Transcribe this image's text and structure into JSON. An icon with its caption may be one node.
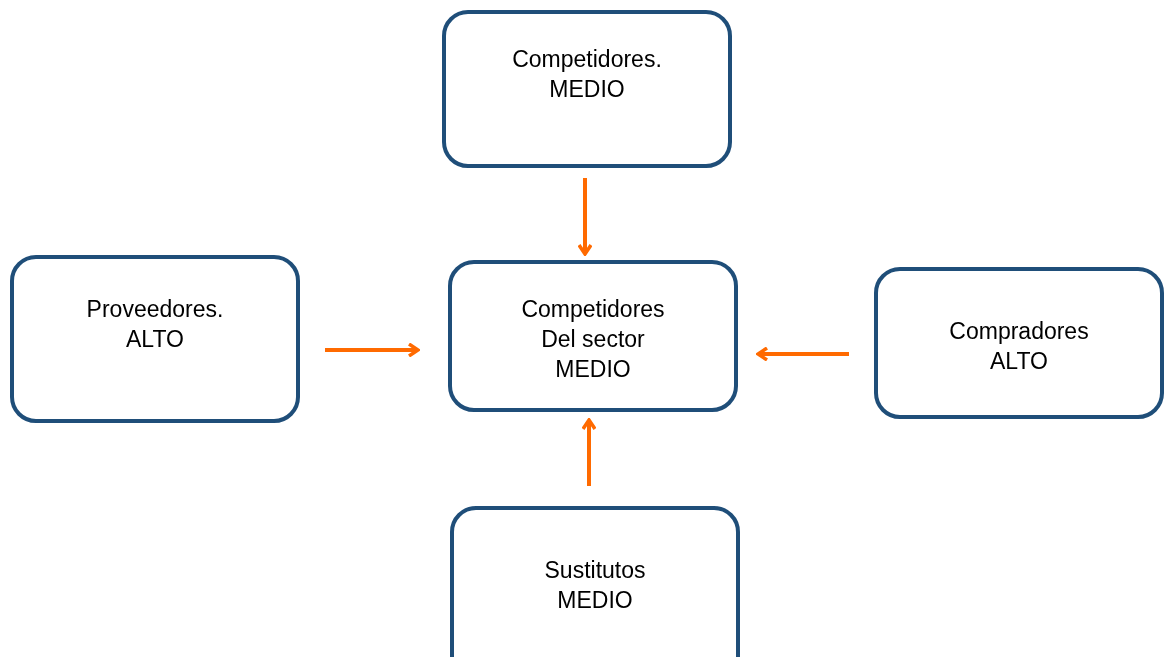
{
  "diagram": {
    "nodes": [
      {
        "text": [
          "Competidores.",
          "MEDIO"
        ]
      },
      {
        "text": [
          "Proveedores.",
          "ALTO"
        ]
      },
      {
        "text": [
          "Competidores",
          "Del sector",
          "MEDIO"
        ]
      },
      {
        "text": [
          "Compradores",
          "ALTO"
        ]
      },
      {
        "text": [
          "Sustitutos",
          "MEDIO"
        ]
      }
    ],
    "edges": [
      {
        "from": 0,
        "to": 2,
        "arrow": "to"
      },
      {
        "from": 1,
        "to": 2,
        "arrow": "to"
      },
      {
        "from": 3,
        "to": 2,
        "arrow": "to"
      },
      {
        "from": 4,
        "to": 2,
        "arrow": "to"
      }
    ]
  }
}
